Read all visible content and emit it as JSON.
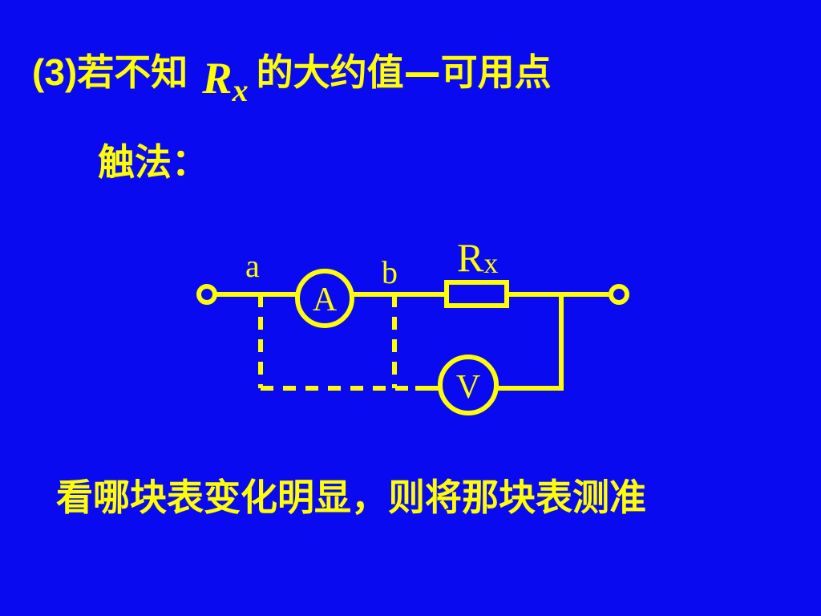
{
  "line1": {
    "prefix": "(3)",
    "text_before": "若不知",
    "symbol_main": "R",
    "symbol_sub": "x",
    "text_after": "的大约值—可用点"
  },
  "line2": {
    "text": "触法："
  },
  "circuit": {
    "point_a": "a",
    "point_b": "b",
    "resistor_label_main": "R",
    "resistor_label_sub": "x",
    "ammeter": "A",
    "voltmeter": "V"
  },
  "line3": {
    "text": "看哪块表变化明显，则将那块表测准"
  },
  "colors": {
    "background": "#0a0af0",
    "foreground": "#ffff00"
  }
}
